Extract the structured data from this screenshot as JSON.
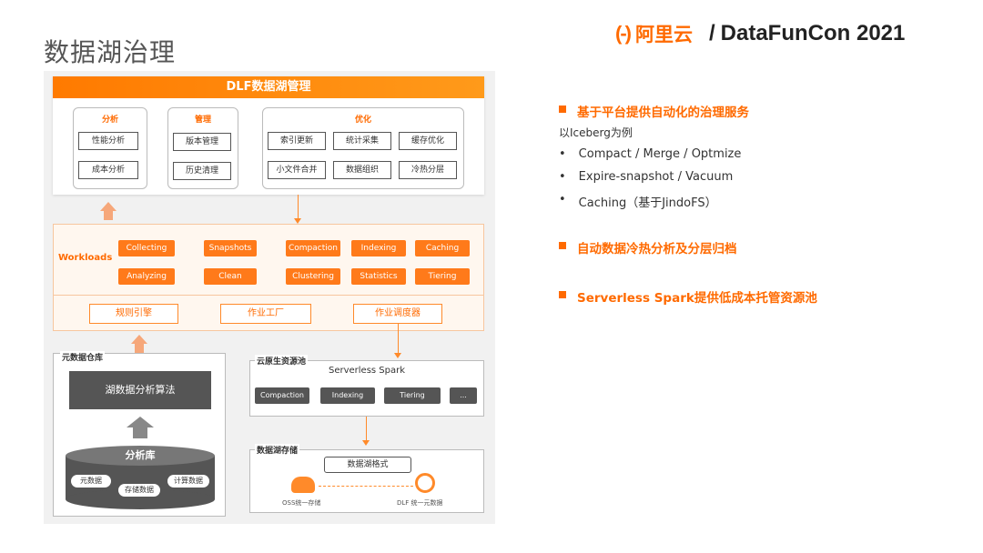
{
  "slide": {
    "title": "数据湖治理"
  },
  "logo": {
    "mark": "(-)",
    "ali": "阿里云",
    "separator": "/",
    "brand": "DataFunCon 2021"
  },
  "dlf": {
    "title": "DLF数据湖管理",
    "groups": [
      {
        "title": "分析",
        "items": [
          "性能分析",
          "成本分析"
        ]
      },
      {
        "title": "管理",
        "items": [
          "版本管理",
          "历史清理"
        ]
      },
      {
        "title": "优化",
        "items": [
          "索引更新",
          "统计采集",
          "缓存优化",
          "小文件合并",
          "数据组织",
          "冷热分层"
        ]
      }
    ]
  },
  "workloads": {
    "label": "Workloads",
    "items": [
      "Collecting",
      "Analyzing",
      "Snapshots",
      "Clean",
      "Compaction",
      "Clustering",
      "Indexing",
      "Statistics",
      "Caching",
      "Tiering"
    ],
    "engines": [
      "规则引擎",
      "作业工厂",
      "作业调度器"
    ]
  },
  "metastore": {
    "title": "元数据仓库",
    "algorithm": "湖数据分析算法",
    "db": "分析库",
    "pills": [
      "元数据",
      "存储数据",
      "计算数据"
    ]
  },
  "pool": {
    "title": "云原生资源池",
    "subtitle": "Serverless  Spark",
    "chips": [
      "Compaction",
      "Indexing",
      "Tiering",
      "..."
    ]
  },
  "storage": {
    "title": "数据湖存储",
    "format": "数据湖格式",
    "oss_label": "OSS统一存储",
    "dlf_label": "DLF 统一元数据"
  },
  "right": {
    "point1": "基于平台提供自动化的治理服务",
    "example": "以Iceberg为例",
    "bullets": [
      "Compact / Merge / Optmize",
      "Expire-snapshot / Vacuum",
      "Caching（基于JindoFS）"
    ],
    "point2": "自动数据冷热分析及分层归档",
    "point3": "Serverless Spark提供低成本托管资源池"
  },
  "colors": {
    "accent": "#ff6a00",
    "dark_chip": "#555555"
  }
}
